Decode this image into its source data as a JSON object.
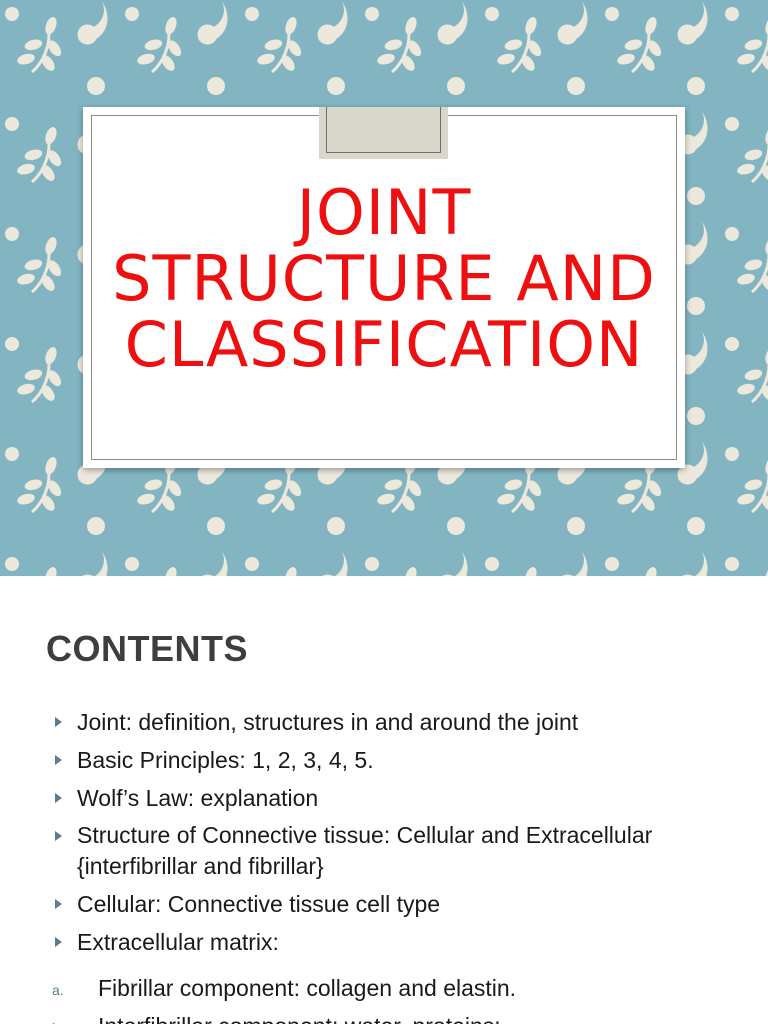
{
  "slide1": {
    "title_lines": [
      "JOINT",
      "STRUCTURE AND",
      "CLASSIFICATION"
    ],
    "colors": {
      "background": "#82b4c2",
      "pattern": "#ece8dc",
      "title": "#ee1010",
      "tab": "#d9d6cc"
    }
  },
  "slide2": {
    "heading": "CONTENTS",
    "bullets": [
      "Joint: definition, structures in and around the joint",
      "Basic Principles: 1, 2, 3, 4, 5.",
      "Wolf’s Law: explanation",
      "Structure of Connective tissue: Cellular and Extracellular {interfibrillar and fibrillar}",
      "Cellular: Connective tissue cell type",
      "Extracellular matrix:"
    ],
    "subitems": [
      {
        "marker": "a.",
        "text": "Fibrillar component: collagen and elastin."
      },
      {
        "marker": "b.",
        "text": "Interfibrillar component: water, proteins:"
      }
    ]
  }
}
